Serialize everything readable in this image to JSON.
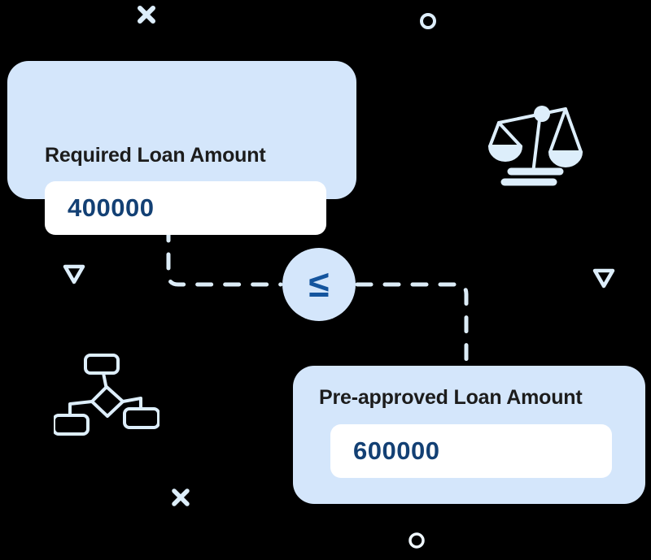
{
  "background_color": "#000000",
  "theme": {
    "card_bg": "#d4e6fb",
    "input_bg": "#ffffff",
    "value_color": "#134074",
    "title_color": "#1c1c1c",
    "operator_color": "#14559e",
    "connector_color": "#dcecf7",
    "decor_color": "#d8eaf8"
  },
  "cards": [
    {
      "id": "required-loan-amount",
      "title": "Required Loan Amount",
      "value": "400000",
      "placeholder": "Enter amount"
    },
    {
      "id": "pre-approved-loan-amount",
      "title": "Pre-approved Loan Amount",
      "value": "600000",
      "placeholder": "Enter amount"
    }
  ],
  "operator": {
    "symbol": "≤",
    "name": "less-than-or-equal"
  },
  "decor_icons": [
    {
      "name": "cross-marker-top-left",
      "glyph": "x-mark"
    },
    {
      "name": "ring-marker-top-right",
      "glyph": "ring"
    },
    {
      "name": "balance-scales-icon",
      "glyph": "scales"
    },
    {
      "name": "triangle-marker-left",
      "glyph": "triangle-down"
    },
    {
      "name": "triangle-marker-right",
      "glyph": "triangle-down"
    },
    {
      "name": "flowchart-hierarchy-icon",
      "glyph": "org-chart"
    },
    {
      "name": "cross-marker-bottom-left",
      "glyph": "x-mark"
    },
    {
      "name": "ring-marker-bottom",
      "glyph": "ring"
    }
  ],
  "connectors": [
    {
      "name": "required-to-operator",
      "style": "dashed"
    },
    {
      "name": "operator-to-preapproved",
      "style": "dashed"
    }
  ]
}
